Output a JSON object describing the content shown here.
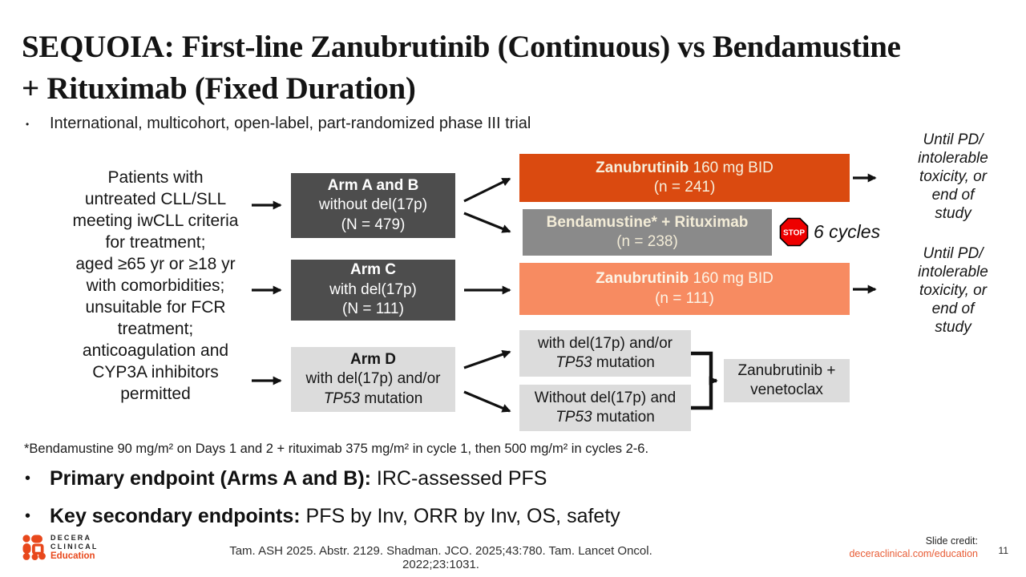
{
  "slide": {
    "title_line1": "SEQUOIA: First-line Zanubrutinib (Continuous) vs Bendamustine",
    "title_line2": "+ Rituximab (Fixed Duration)",
    "bullet": "•",
    "subtitle": "International, multicohort, open-label, part-randomized phase III trial"
  },
  "diagram": {
    "population": "Patients with\nuntreated CLL/SLL\nmeeting iwCLL criteria\nfor treatment;\naged ≥65 yr or ≥18 yr\nwith comorbidities;\nunsuitable for FCR\ntreatment;\nanticoagulation and\nCYP3A inhibitors\npermitted",
    "arm_ab": {
      "title": "Arm A and B",
      "line2": "without del(17p)",
      "line3": "(N = 479)"
    },
    "arm_c": {
      "title": "Arm C",
      "line2": "with del(17p)",
      "line3": "(N = 111)"
    },
    "arm_d": {
      "title": "Arm D",
      "line2": "with del(17p) and/or",
      "tp53": "TP53",
      "rest": " mutation"
    },
    "zanu_ab": {
      "drug": "Zanubrutinib",
      "dose": " 160 mg BID",
      "n": "(n = 241)"
    },
    "bendamustine": {
      "name": "Bendamustine* + Rituximab",
      "n": "(n = 238)"
    },
    "stop": {
      "label": "STOP",
      "cycles": "6 cycles"
    },
    "zanu_c": {
      "drug": "Zanubrutinib",
      "dose": " 160 mg BID",
      "n": "(n = 111)"
    },
    "branch_with": {
      "line1": "with del(17p) and/or",
      "tp53": "TP53",
      "rest": " mutation"
    },
    "branch_without": {
      "line1": "Without del(17p) and",
      "tp53": "TP53",
      "rest": " mutation"
    },
    "venetoclax": "Zanubrutinib +\nvenetoclax",
    "until_top": "Until PD/\nintolerable\ntoxicity, or\nend of\nstudy",
    "until_bottom": "Until PD/\nintolerable\ntoxicity, or\nend of\nstudy"
  },
  "footnote": "*Bendamustine 90 mg/m² on Days 1 and 2 + rituximab 375 mg/m² in cycle 1, then 500 mg/m² in cycles 2-6.",
  "endpoints": {
    "bullet": "•",
    "primary_label": "Primary endpoint (Arms A and B):",
    "primary_value": " IRC-assessed PFS",
    "secondary_label": "Key secondary endpoints:",
    "secondary_value": " PFS by Inv, ORR by Inv, OS, safety"
  },
  "footer": {
    "logo_line1": "DECERA",
    "logo_line2": "CLINICAL",
    "logo_line3": "Education",
    "citation": "Tam. ASH 2025. Abstr. 2129. Shadman. JCO. 2025;43:780. Tam. Lancet Oncol. 2022;23:1031.",
    "credit_label": "Slide credit:",
    "credit_link": "deceraclinical.com/education",
    "page_number": "11"
  },
  "colors": {
    "accent_orange": "#DA4A10",
    "salmon": "#F78B61",
    "dark_gray": "#4D4D4D",
    "medium_gray": "#8A8A8A",
    "light_gray": "#DCDCDC",
    "cream_text": "#F5EEDC",
    "stop_red": "#EE0000",
    "brand_orange": "#E8481C",
    "link_orange": "#E85C35"
  }
}
